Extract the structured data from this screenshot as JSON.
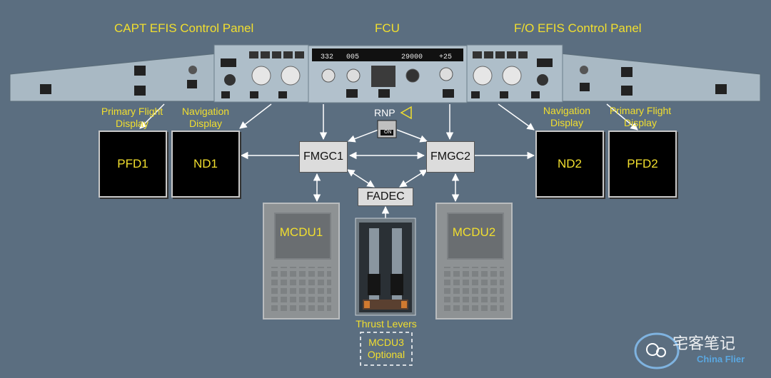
{
  "headers": {
    "capt_efis": "CAPT EFIS Control Panel",
    "fcu": "FCU",
    "fo_efis": "F/O EFIS Control Panel"
  },
  "labels": {
    "pfd1_caption": [
      "Primary Flight",
      "Display"
    ],
    "nd1_caption": [
      "Navigation",
      "Display"
    ],
    "nd2_caption": [
      "Navigation",
      "Display"
    ],
    "pfd2_caption": [
      "Primary Flight",
      "Display"
    ],
    "rnp": "RNP",
    "rnp_switch": "ON",
    "thrust_levers": "Thrust Levers",
    "mcdu3": [
      "MCDU3",
      "Optional"
    ]
  },
  "boxes": {
    "pfd1": "PFD1",
    "nd1": "ND1",
    "nd2": "ND2",
    "pfd2": "PFD2",
    "fmgc1": "FMGC1",
    "fmgc2": "FMGC2",
    "fadec": "FADEC",
    "mcdu1": "MCDU1",
    "mcdu2": "MCDU2"
  },
  "fcu_window": {
    "spd": "332",
    "hdg": "005",
    "alt": "29000",
    "vs": "+25"
  },
  "watermark": {
    "text": "宅客笔记",
    "sub": "China Flier"
  },
  "colors": {
    "background": "#5b6e80",
    "label_yellow": "#f2df2e",
    "panel": "#a9b9c4"
  }
}
